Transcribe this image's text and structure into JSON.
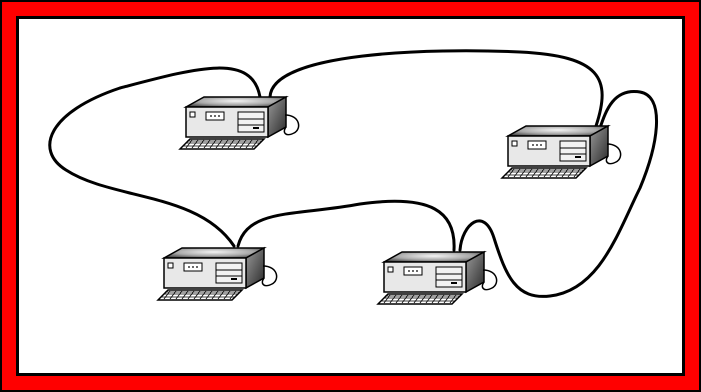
{
  "diagram": {
    "kind": "network-topology",
    "colors": {
      "frame_red": "#ff0000",
      "frame_black": "#000000",
      "background": "#ffffff",
      "cable": "#000000"
    },
    "nodes": [
      {
        "id": "pc-1",
        "icon": "desktop-computer-icon"
      },
      {
        "id": "pc-2",
        "icon": "desktop-computer-icon"
      },
      {
        "id": "pc-3",
        "icon": "desktop-computer-icon"
      },
      {
        "id": "pc-4",
        "icon": "desktop-computer-icon"
      }
    ],
    "links": [
      {
        "from": "pc-1",
        "to": "pc-2"
      },
      {
        "from": "pc-1",
        "to": "pc-3"
      },
      {
        "from": "pc-3",
        "to": "pc-4"
      },
      {
        "from": "pc-4",
        "to": "pc-2"
      }
    ]
  }
}
